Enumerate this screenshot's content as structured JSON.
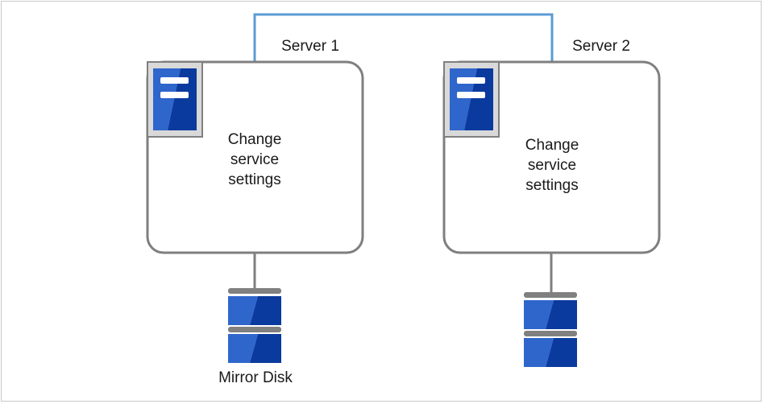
{
  "servers": [
    {
      "label": "Server 1",
      "text_lines": [
        "Change",
        "service",
        "settings"
      ]
    },
    {
      "label": "Server 2",
      "text_lines": [
        "Change",
        "service",
        "settings"
      ]
    }
  ],
  "disk": {
    "label": "Mirror Disk"
  },
  "colors": {
    "network_line": "#5b9bd5",
    "box_border": "#7f7f7f",
    "icon_bg": "#d9d9d9",
    "icon_blue_light": "#2e64c8",
    "icon_blue_dark": "#0b3a9e",
    "disk_cap": "#7f7f7f"
  }
}
